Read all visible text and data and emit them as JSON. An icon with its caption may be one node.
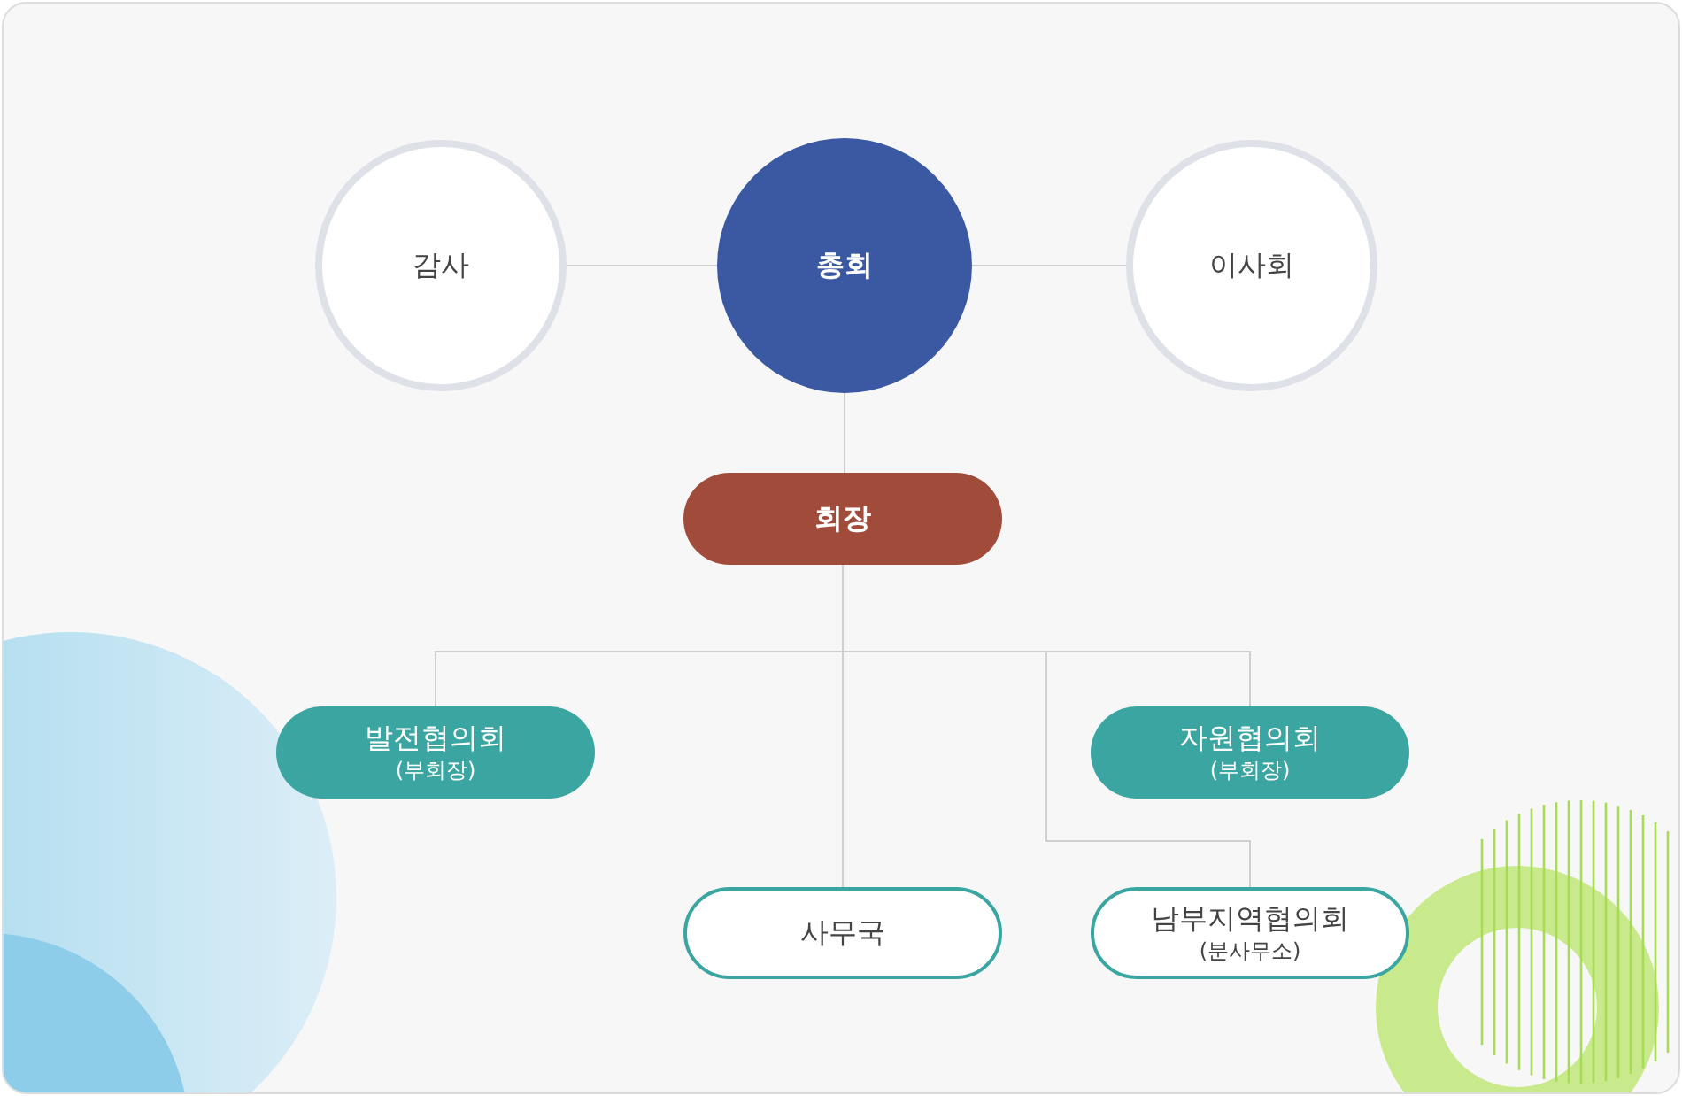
{
  "diagram": {
    "nodes": [
      {
        "text": [
          "감사"
        ]
      },
      {
        "text": [
          "총회"
        ]
      },
      {
        "text": [
          "이사회"
        ]
      },
      {
        "text": [
          "회장"
        ]
      },
      {
        "text": [
          "발전협의회",
          "(부회장)"
        ]
      },
      {
        "text": [
          "자원협의회",
          "(부회장)"
        ]
      },
      {
        "text": [
          "사무국"
        ]
      },
      {
        "text": [
          "남부지역협의회",
          "(분사무소)"
        ]
      }
    ],
    "edges": [
      {
        "from": 1,
        "to": 0,
        "arrow": "none"
      },
      {
        "from": 1,
        "to": 2,
        "arrow": "none"
      },
      {
        "from": 1,
        "to": 3,
        "arrow": "none"
      },
      {
        "from": 3,
        "to": 4,
        "arrow": "none"
      },
      {
        "from": 3,
        "to": 5,
        "arrow": "none"
      },
      {
        "from": 3,
        "to": 6,
        "arrow": "none"
      },
      {
        "from": 3,
        "to": 7,
        "arrow": "none"
      }
    ]
  }
}
